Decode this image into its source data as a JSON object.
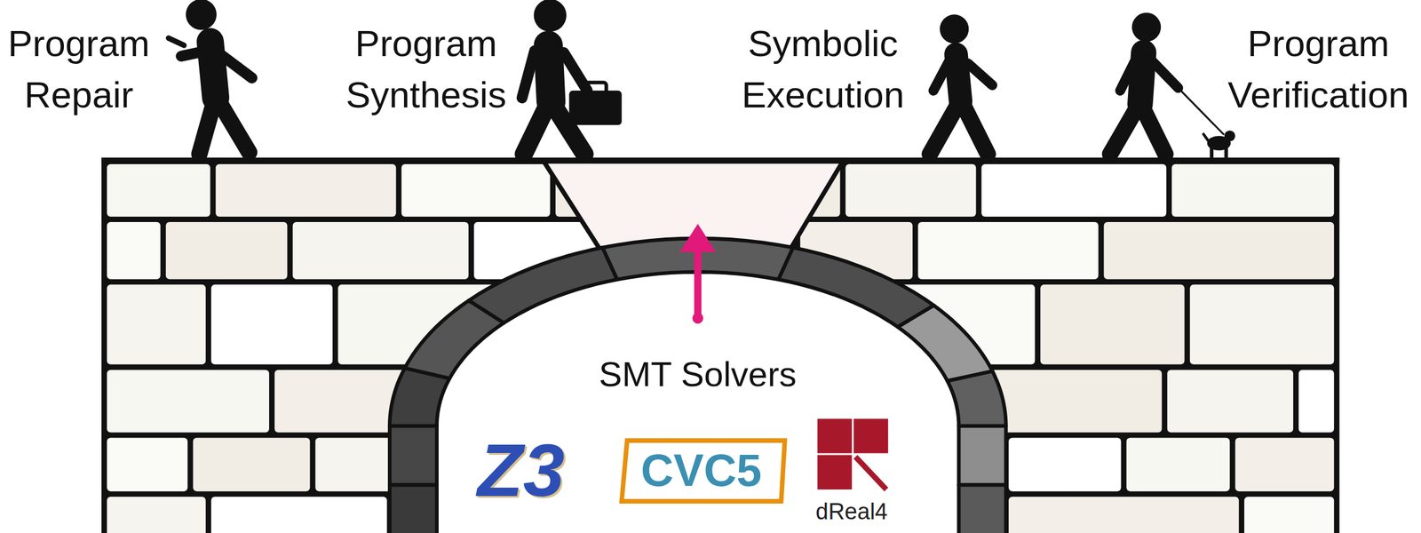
{
  "diagram": {
    "labels": [
      "Program Repair",
      "Program Synthesis",
      "Symbolic Execution",
      "Program Verification",
      "SMT Solvers",
      "Z3",
      "CVC5",
      "dReal4"
    ]
  }
}
